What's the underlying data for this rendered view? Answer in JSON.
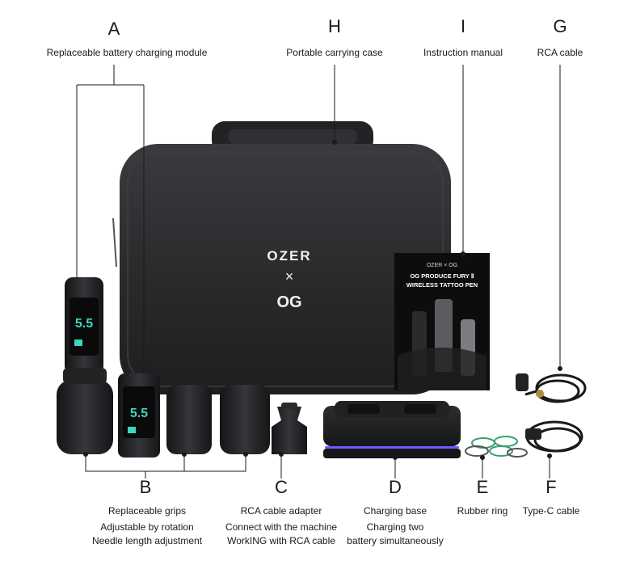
{
  "parts": [
    {
      "letter": "A",
      "label": "Replaceable battery charging module"
    },
    {
      "letter": "H",
      "label": "Portable carrying case"
    },
    {
      "letter": "I",
      "label": "Instruction manual"
    },
    {
      "letter": "G",
      "label": "RCA cable"
    },
    {
      "letter": "B",
      "label": "Replaceable grips",
      "lines": [
        "Adjustable by rotation",
        "Needle length adjustment"
      ]
    },
    {
      "letter": "C",
      "label": "RCA cable adapter",
      "lines": [
        "Connect with the machine",
        "WorkING with RCA cable"
      ]
    },
    {
      "letter": "D",
      "label": "Charging base",
      "lines": [
        "Charging two",
        "battery simultaneously"
      ]
    },
    {
      "letter": "E",
      "label": "Rubber ring"
    },
    {
      "letter": "F",
      "label": "Type-C cable"
    }
  ],
  "case": {
    "brand": "OZER",
    "cross": "×",
    "logo": "OG"
  },
  "manual": {
    "header": "OZER × OG",
    "title_line1": "OG PRODUCE FURY Ⅱ",
    "title_line2": "WIRELESS TATTOO PEN"
  },
  "battery": {
    "display": "5.5"
  },
  "colors": {
    "case": "#2b2c2e",
    "device": "#1e1f21",
    "screen_accent": "#3ad6c0",
    "base_glow": "#6a5cff",
    "ring_green": "#3a9e72"
  }
}
